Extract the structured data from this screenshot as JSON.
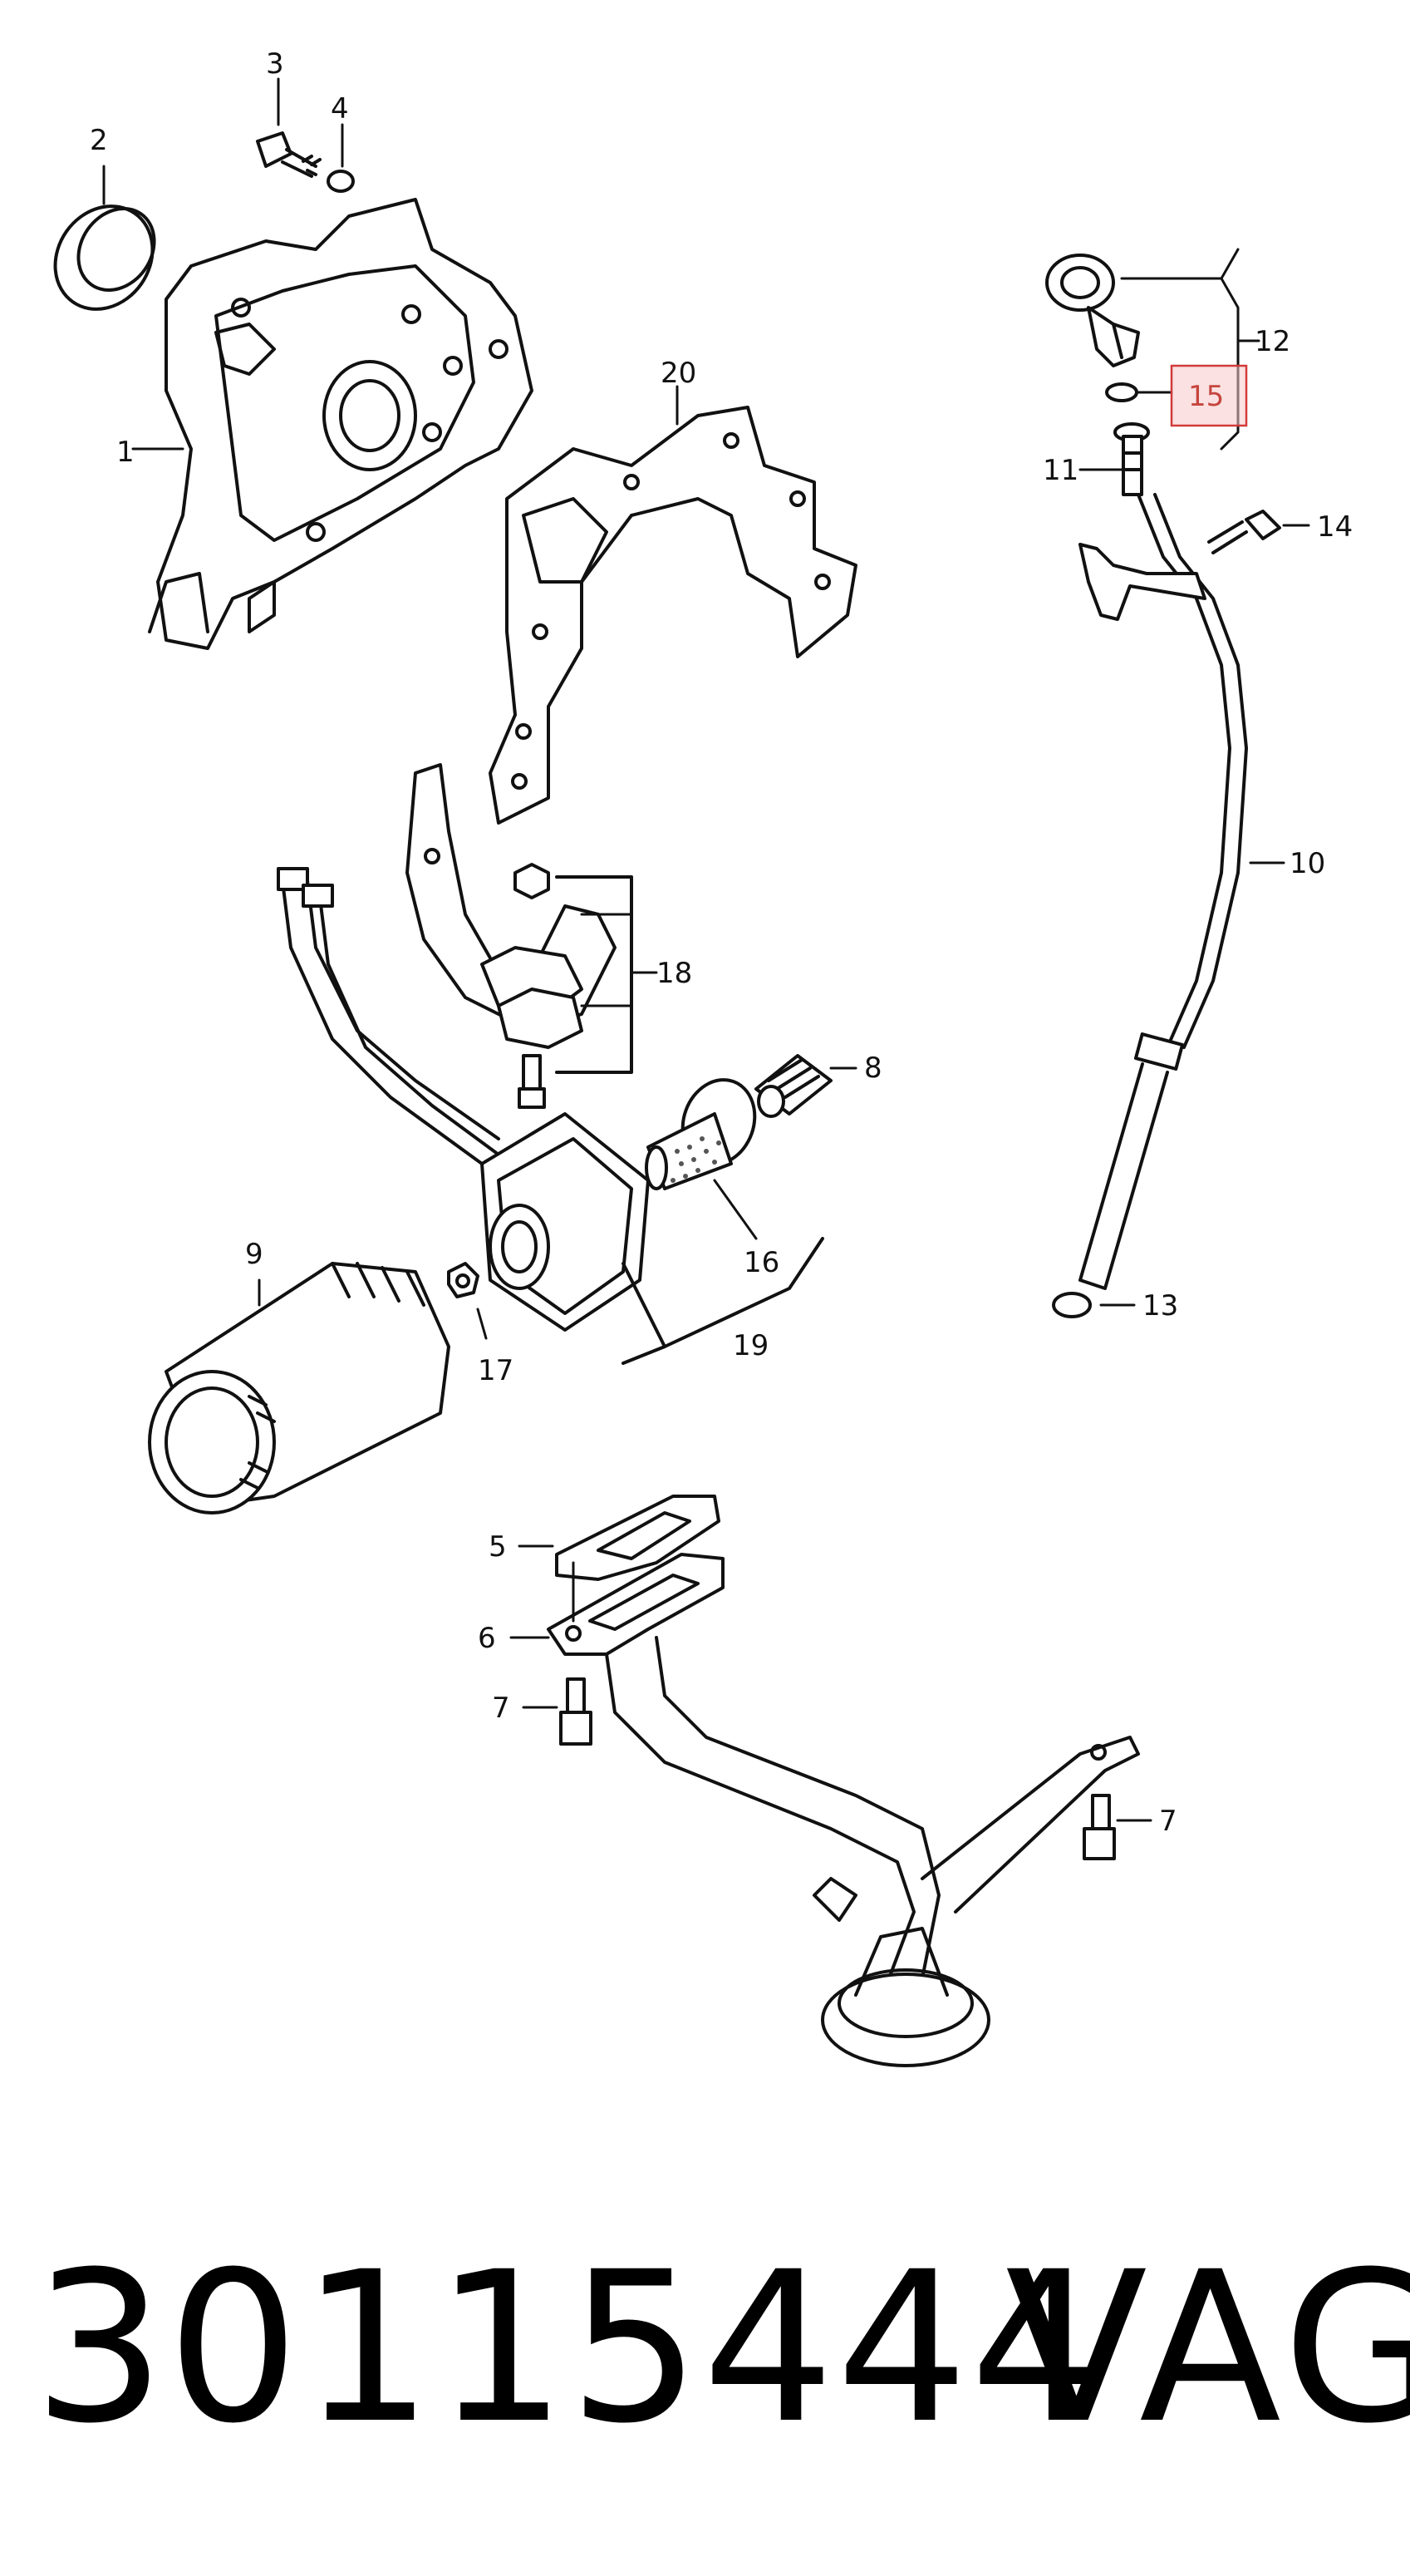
{
  "callouts": {
    "c1": "1",
    "c2": "2",
    "c3": "3",
    "c4": "4",
    "c5": "5",
    "c6": "6",
    "c7a": "7",
    "c7b": "7",
    "c8": "8",
    "c9": "9",
    "c10": "10",
    "c11": "11",
    "c12": "12",
    "c13": "13",
    "c14": "14",
    "c15": "15",
    "c16": "16",
    "c17": "17",
    "c18": "18",
    "c19": "19",
    "c20": "20"
  },
  "highlight": {
    "part": "15",
    "color": "#d23a3a"
  },
  "footer": {
    "part_number": "30115444",
    "brand": "VAG"
  }
}
